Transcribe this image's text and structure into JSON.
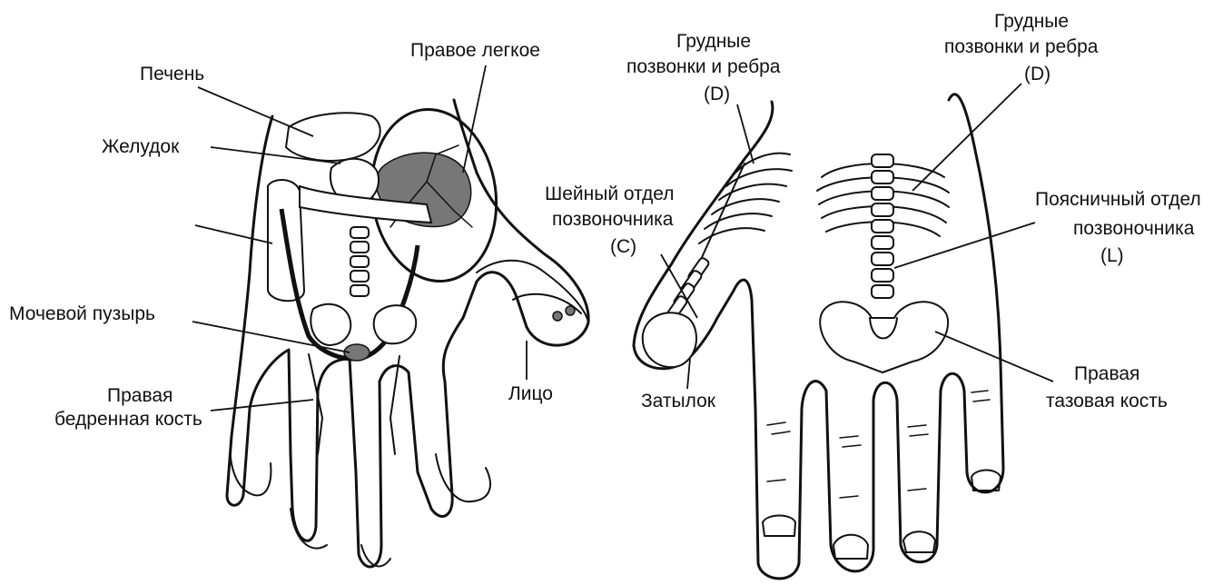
{
  "colors": {
    "ink": "#111111",
    "background": "#ffffff"
  },
  "left_hand": {
    "labels": {
      "liver": "Печень",
      "right_lung": "Правое легкое",
      "stomach": "Желудок",
      "bladder": "Мочевой пузырь",
      "femur_line1": "Правая",
      "femur_line2": "бедренная кость",
      "face": "Лицо"
    }
  },
  "right_hand": {
    "labels": {
      "thoracic_left_line1": "Грудные",
      "thoracic_left_line2": "позвонки и ребра",
      "thoracic_left_line3": "(D)",
      "thoracic_right_line1": "Грудные",
      "thoracic_right_line2": "позвонки и ребра",
      "thoracic_right_line3": "(D)",
      "cervical_line1": "Шейный отдел",
      "cervical_line2": "позвоночника",
      "cervical_line3": "(C)",
      "lumbar_line1": "Поясничный отдел",
      "lumbar_line2": "позвоночника",
      "lumbar_line3": "(L)",
      "occiput": "Затылок",
      "pelvis_line1": "Правая",
      "pelvis_line2": "тазовая кость"
    }
  }
}
